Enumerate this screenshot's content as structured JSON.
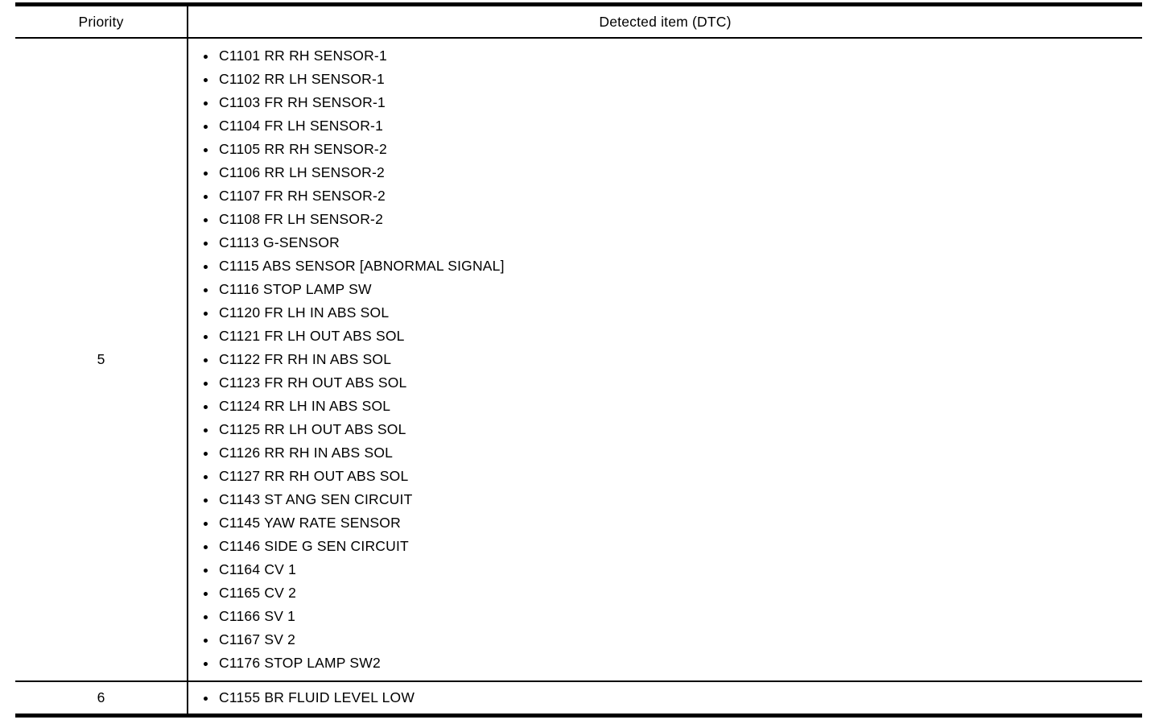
{
  "colors": {
    "background": "#ffffff",
    "border": "#000000",
    "text": "#000000"
  },
  "table": {
    "headers": {
      "priority": "Priority",
      "detected_item": "Detected item (DTC)"
    },
    "rows": [
      {
        "priority": "5",
        "items": [
          "C1101 RR RH SENSOR-1",
          "C1102 RR LH SENSOR-1",
          "C1103 FR RH SENSOR-1",
          "C1104 FR LH SENSOR-1",
          "C1105 RR RH SENSOR-2",
          "C1106 RR LH SENSOR-2",
          "C1107 FR RH SENSOR-2",
          "C1108 FR LH SENSOR-2",
          "C1113 G-SENSOR",
          "C1115 ABS SENSOR [ABNORMAL SIGNAL]",
          "C1116 STOP LAMP SW",
          "C1120 FR LH IN ABS SOL",
          "C1121 FR LH OUT ABS SOL",
          "C1122 FR RH IN ABS SOL",
          "C1123 FR RH OUT ABS SOL",
          "C1124 RR LH IN ABS SOL",
          "C1125 RR LH OUT ABS SOL",
          "C1126 RR RH IN ABS SOL",
          "C1127 RR RH OUT ABS SOL",
          "C1143 ST ANG SEN CIRCUIT",
          "C1145 YAW RATE SENSOR",
          "C1146 SIDE G SEN CIRCUIT",
          "C1164 CV 1",
          "C1165 CV 2",
          "C1166 SV 1",
          "C1167 SV 2",
          "C1176 STOP LAMP SW2"
        ]
      },
      {
        "priority": "6",
        "items": [
          "C1155 BR FLUID LEVEL LOW"
        ]
      }
    ]
  }
}
